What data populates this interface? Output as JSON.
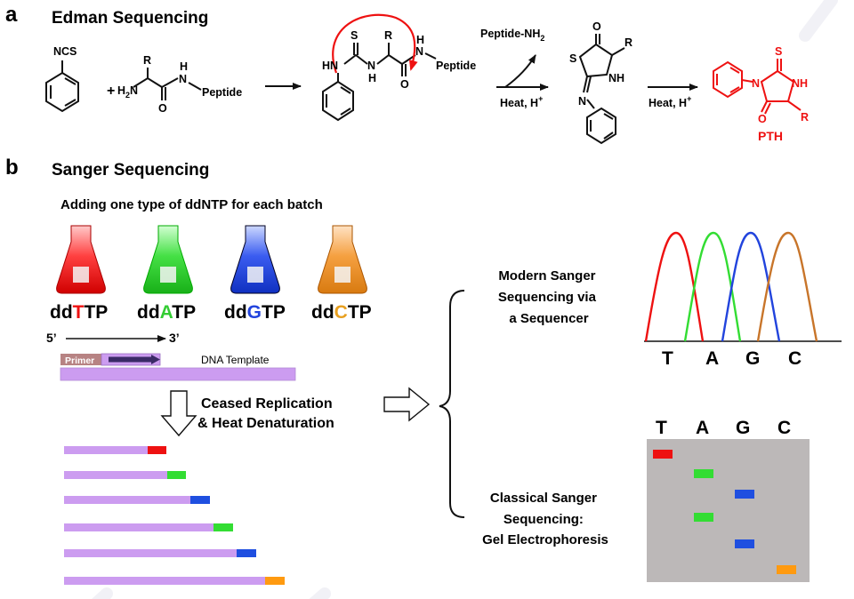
{
  "panel_a": {
    "letter": "a",
    "title": "Edman Sequencing",
    "reagent_group": "NCS",
    "plus": "+",
    "amine": "H",
    "amine_sub": "2",
    "amine_n": "N",
    "r_group": "R",
    "n_label": "N",
    "h_label": "H",
    "peptide": "Peptide",
    "s_label": "S",
    "o_label": "O",
    "hn_label": "HN",
    "leaving": "Peptide-NH",
    "leaving_sub": "2",
    "conditions": "Heat, H",
    "conditions_sup": "+",
    "nh_label": "NH",
    "product_label": "PTH"
  },
  "panel_b": {
    "letter": "b",
    "title": "Sanger Sequencing",
    "flask_caption": "Adding one type of ddNTP for each batch",
    "flasks": [
      {
        "prefix": "dd",
        "base": "T",
        "suffix": "TP",
        "color": "#ff2a2a",
        "base_color": "#ee1111"
      },
      {
        "prefix": "dd",
        "base": "A",
        "suffix": "TP",
        "color": "#33dd33",
        "base_color": "#33cc33"
      },
      {
        "prefix": "dd",
        "base": "G",
        "suffix": "TP",
        "color": "#2b4ee8",
        "base_color": "#2244dd"
      },
      {
        "prefix": "dd",
        "base": "C",
        "suffix": "TP",
        "color": "#f29a2e",
        "base_color": "#e8a020"
      }
    ],
    "five_prime": "5’",
    "three_prime": "3’",
    "primer": "Primer",
    "template": "DNA Template",
    "step_line1": "Ceased Replication",
    "step_line2": "& Heat Denaturation",
    "fragment_colors": [
      "#ee1111",
      "#33dd33",
      "#1f4fe0",
      "#33dd33",
      "#1f4fe0",
      "#ff9a10"
    ],
    "modern_lines": [
      "Modern Sanger",
      "Sequencing via",
      "a Sequencer"
    ],
    "classical_lines": [
      "Classical Sanger",
      "Sequencing:",
      "Gel Electrophoresis"
    ],
    "chromatogram_bases": [
      "T",
      "A",
      "G",
      "C"
    ],
    "chromatogram_colors": [
      "#ee1111",
      "#33dd33",
      "#2244dd",
      "#c8752a"
    ],
    "gel_lanes": [
      "T",
      "A",
      "G",
      "C"
    ],
    "gel_bands": [
      {
        "lane": "T",
        "color": "#ee1111"
      },
      {
        "lane": "A",
        "color": "#33dd33"
      },
      {
        "lane": "G",
        "color": "#1f4fe0"
      },
      {
        "lane": "A",
        "color": "#33dd33"
      },
      {
        "lane": "G",
        "color": "#1f4fe0"
      },
      {
        "lane": "C",
        "color": "#ff9a10"
      }
    ]
  }
}
